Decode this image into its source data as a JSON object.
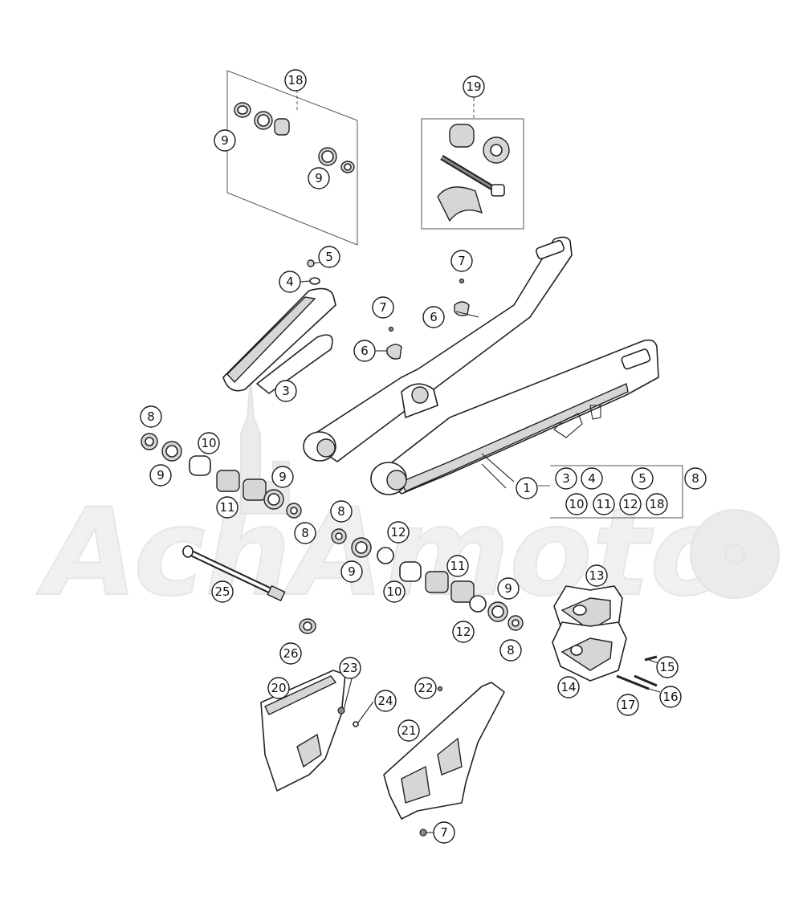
{
  "watermark": {
    "text": "AchAmoto",
    "color": "#e6e6e6"
  },
  "callouts": [
    {
      "id": "c18-top",
      "label": "18"
    },
    {
      "id": "c9-a",
      "label": "9"
    },
    {
      "id": "c9-b",
      "label": "9"
    },
    {
      "id": "c19",
      "label": "19"
    },
    {
      "id": "c5",
      "label": "5"
    },
    {
      "id": "c4",
      "label": "4"
    },
    {
      "id": "c7-a",
      "label": "7"
    },
    {
      "id": "c7-b",
      "label": "7"
    },
    {
      "id": "c6-a",
      "label": "6"
    },
    {
      "id": "c6-b",
      "label": "6"
    },
    {
      "id": "c3",
      "label": "3"
    },
    {
      "id": "c8-a",
      "label": "8"
    },
    {
      "id": "c9-c",
      "label": "9"
    },
    {
      "id": "c10-a",
      "label": "10"
    },
    {
      "id": "c11-a",
      "label": "11"
    },
    {
      "id": "c9-d",
      "label": "9"
    },
    {
      "id": "c8-b",
      "label": "8"
    },
    {
      "id": "c1",
      "label": "1"
    },
    {
      "id": "k3",
      "label": "3"
    },
    {
      "id": "k4",
      "label": "4"
    },
    {
      "id": "k5",
      "label": "5"
    },
    {
      "id": "k8",
      "label": "8"
    },
    {
      "id": "k10",
      "label": "10"
    },
    {
      "id": "k11",
      "label": "11"
    },
    {
      "id": "k12",
      "label": "12"
    },
    {
      "id": "k18",
      "label": "18"
    },
    {
      "id": "c8-c",
      "label": "8"
    },
    {
      "id": "c12-a",
      "label": "12"
    },
    {
      "id": "c9-e",
      "label": "9"
    },
    {
      "id": "c11-b",
      "label": "11"
    },
    {
      "id": "c10-b",
      "label": "10"
    },
    {
      "id": "c9-f",
      "label": "9"
    },
    {
      "id": "c12-b",
      "label": "12"
    },
    {
      "id": "c8-d",
      "label": "8"
    },
    {
      "id": "c25",
      "label": "25"
    },
    {
      "id": "c26",
      "label": "26"
    },
    {
      "id": "c13",
      "label": "13"
    },
    {
      "id": "c14",
      "label": "14"
    },
    {
      "id": "c15",
      "label": "15"
    },
    {
      "id": "c16",
      "label": "16"
    },
    {
      "id": "c17",
      "label": "17"
    },
    {
      "id": "c20",
      "label": "20"
    },
    {
      "id": "c23",
      "label": "23"
    },
    {
      "id": "c22",
      "label": "22"
    },
    {
      "id": "c24",
      "label": "24"
    },
    {
      "id": "c21",
      "label": "21"
    },
    {
      "id": "c7-c",
      "label": "7"
    }
  ]
}
